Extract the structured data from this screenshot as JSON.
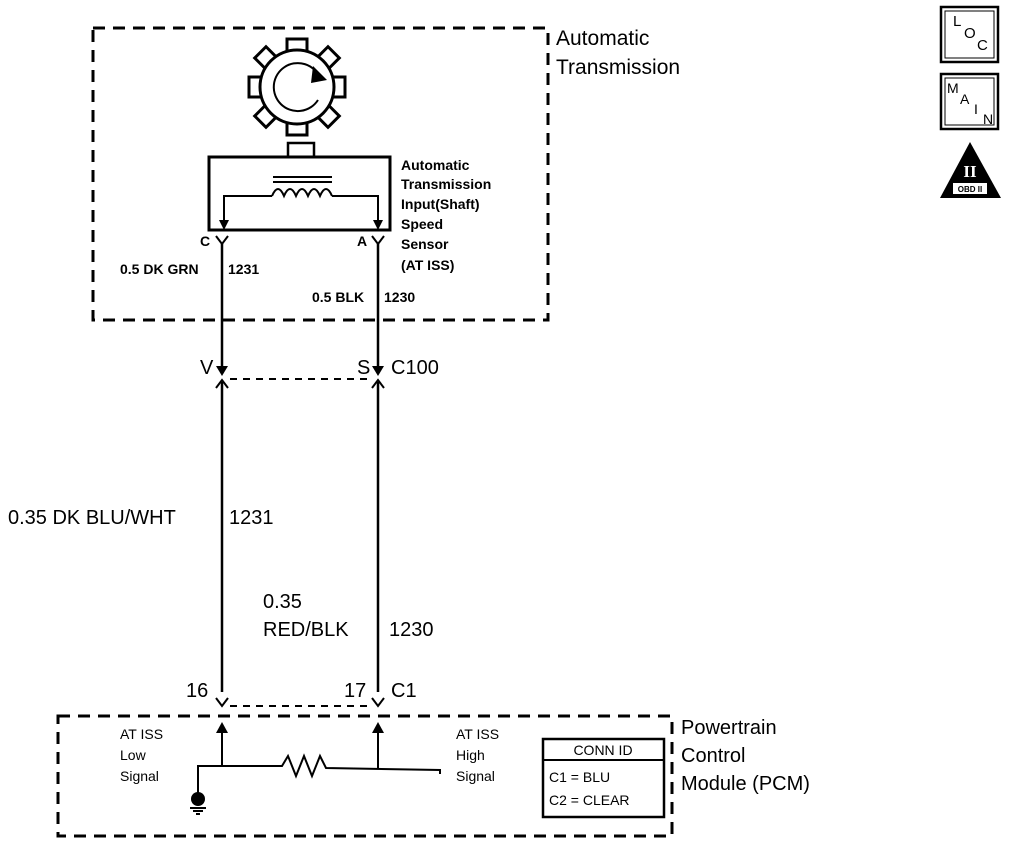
{
  "components": {
    "transmission_box": {
      "title_line1": "Automatic",
      "title_line2": "Transmission"
    },
    "sensor": {
      "label_lines": [
        "Automatic",
        "Transmission",
        "Input(Shaft)",
        "Speed",
        "Sensor",
        "(AT ISS)"
      ],
      "pin_c": "C",
      "pin_a": "A"
    },
    "pcm": {
      "title_lines": [
        "Powertrain",
        "Control",
        "Module (PCM)"
      ],
      "low_signal_lines": [
        "AT ISS",
        "Low",
        "Signal"
      ],
      "high_signal_lines": [
        "AT ISS",
        "High",
        "Signal"
      ],
      "conn_id": {
        "title": "CONN ID",
        "c1": "C1 = BLU",
        "c2": "C2 = CLEAR"
      }
    }
  },
  "wires": {
    "sensor_c": "0.5 DK GRN",
    "sensor_c_circuit": "1231",
    "sensor_a": "0.5 BLK",
    "sensor_a_circuit": "1230",
    "main_left": "0.35 DK BLU/WHT",
    "main_left_circuit": "1231",
    "main_right_line1": "0.35",
    "main_right_line2": "RED/BLK",
    "main_right_circuit": "1230"
  },
  "connectors": {
    "c100": {
      "pin_left": "V",
      "pin_right": "S",
      "name": "C100"
    },
    "c1": {
      "pin_left": "16",
      "pin_right": "17",
      "name": "C1"
    }
  },
  "icons": {
    "loc": {
      "a": "L",
      "b": "O",
      "c": "C"
    },
    "main": {
      "a": "M",
      "b": "A",
      "c": "I",
      "d": "N"
    },
    "obd": {
      "numeral": "II",
      "label": "OBD II"
    }
  }
}
